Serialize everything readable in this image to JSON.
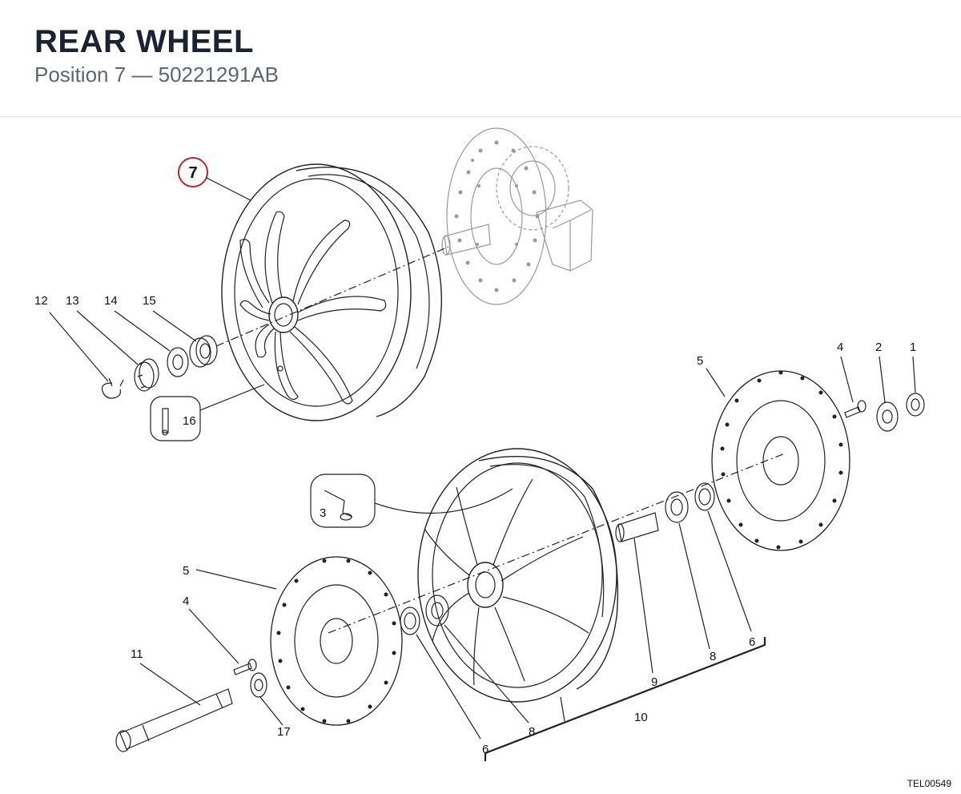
{
  "header": {
    "title": "REAR WHEEL",
    "subtitle": "Position 7 — 50221291AB"
  },
  "highlight": {
    "label": "7",
    "color": "#c8202a"
  },
  "callouts": {
    "c1": "1",
    "c2": "2",
    "c3": "3",
    "c4a": "4",
    "c4b": "4",
    "c5a": "5",
    "c5b": "5",
    "c6a": "6",
    "c6b": "6",
    "c8a": "8",
    "c8b": "8",
    "c9": "9",
    "c10": "10",
    "c11": "11",
    "c12": "12",
    "c13": "13",
    "c14": "14",
    "c15": "15",
    "c16": "16",
    "c17": "17"
  },
  "drawing_code": "TEL00549"
}
